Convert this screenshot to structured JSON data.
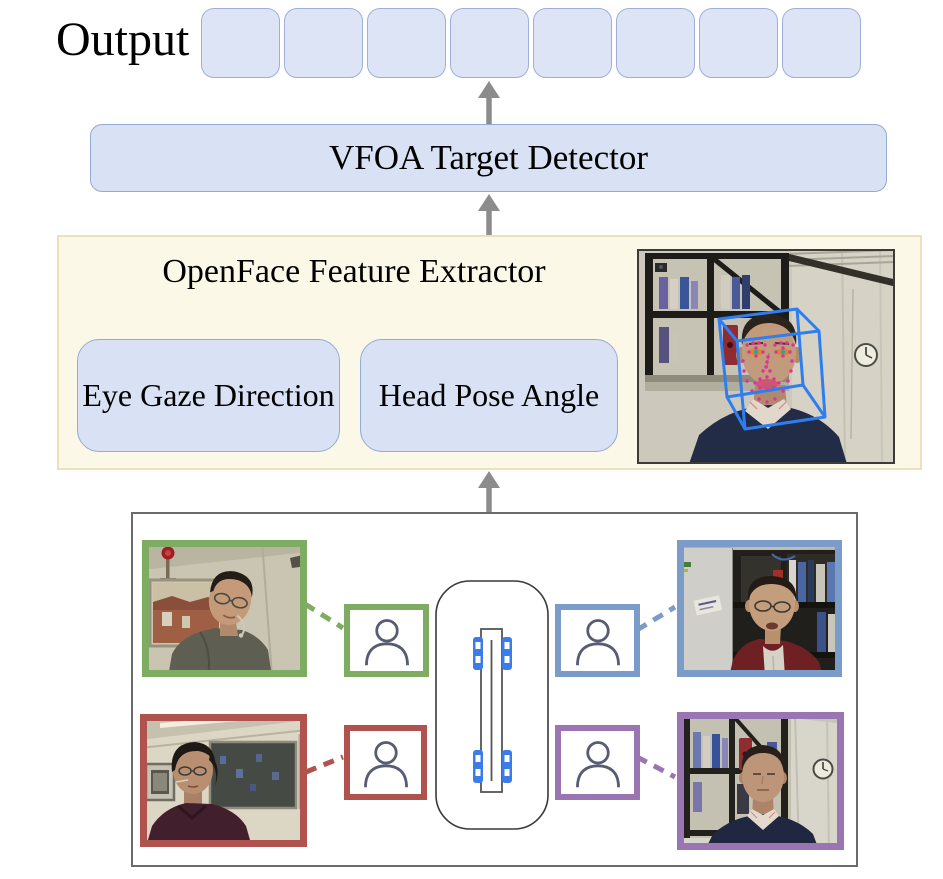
{
  "output": {
    "label": "Output",
    "slot_count": 8
  },
  "vfoa_detector": {
    "label": "VFOA Target Detector"
  },
  "openface": {
    "title": "OpenFace Feature Extractor",
    "eye_gaze_label": "Eye Gaze Direction",
    "head_pose_label": "Head Pose Angle",
    "preview_image": "openface-face-tracking-frame"
  },
  "input_panel": {
    "cameras": [
      {
        "position": "top-left",
        "border_color": "#7dac62",
        "depicts": "man with glasses and headset"
      },
      {
        "position": "top-right",
        "border_color": "#7b9bc9",
        "depicts": "man in dark red zip sweater"
      },
      {
        "position": "bottom-left",
        "border_color": "#b0534e",
        "depicts": "woman with short dark hair"
      },
      {
        "position": "bottom-right",
        "border_color": "#9b74b2",
        "depicts": "man in navy sweater"
      }
    ],
    "participant_icon": "person-silhouette",
    "table_icon": "meeting-table-top-view"
  },
  "colors": {
    "box_fill": "#dce4f5",
    "box_border": "#9fb0d8",
    "panel_fill": "#fcf8e8",
    "panel_border": "#ece0bd",
    "arrow": "#8c8c8c",
    "green": "#7dac62",
    "blue": "#7b9bc9",
    "red": "#b0534e",
    "purple": "#9b74b2",
    "device_blue": "#3b7ce8",
    "cube_blue": "#2e7ef0",
    "landmark_pink": "#e3309a"
  }
}
